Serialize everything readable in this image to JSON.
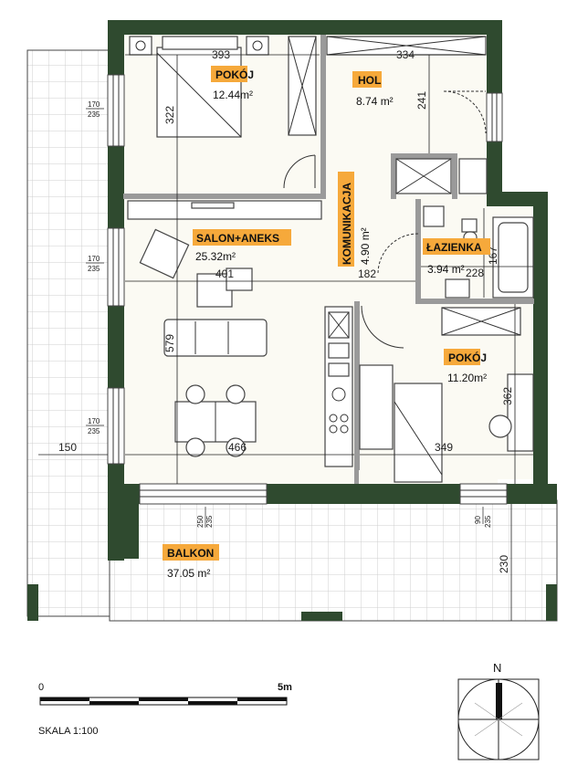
{
  "rooms": [
    {
      "name": "POKÓJ",
      "area": "12.44m²"
    },
    {
      "name": "HOL",
      "area": "8.74 m²"
    },
    {
      "name": "SALON+ANEKS",
      "area": "25.32m²"
    },
    {
      "name": "KOMUNIKACJA",
      "area": "4.90 m²"
    },
    {
      "name": "ŁAZIENKA",
      "area": "3.94 m²"
    },
    {
      "name": "POKÓJ",
      "area": "11.20m²"
    },
    {
      "name": "BALKON",
      "area": "37.05 m²"
    }
  ],
  "dimensions": {
    "d393": "393",
    "d334": "334",
    "d322": "322",
    "d241": "241",
    "d401": "401",
    "d182": "182",
    "d228": "228",
    "d167": "167",
    "d579": "579",
    "d362": "362",
    "d466": "466",
    "d349": "349",
    "d150": "150",
    "d230": "230"
  },
  "windows": {
    "w1": [
      "170",
      "235"
    ],
    "w2": [
      "170",
      "235"
    ],
    "w3": [
      "170",
      "235"
    ],
    "w4": [
      "250",
      "235"
    ],
    "w5": [
      "90",
      "235"
    ]
  },
  "scale": {
    "zero": "0",
    "five": "5m",
    "label": "SKALA 1:100"
  },
  "compass": {
    "north": "N"
  },
  "colors": {
    "wall": "#2f4a2f",
    "tag": "#f6a93b",
    "floor": "#fbfaf3"
  }
}
